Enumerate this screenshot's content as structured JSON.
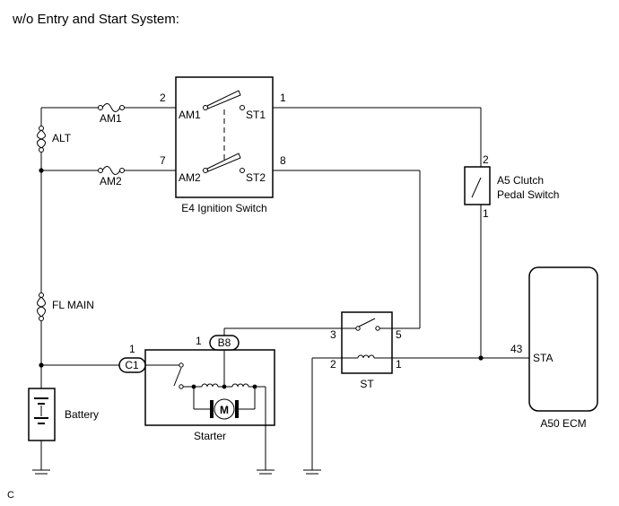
{
  "title": "w/o Entry and Start System:",
  "corner_label": "C",
  "fuses": {
    "am1": "AM1",
    "am2": "AM2",
    "alt": "ALT",
    "fl_main": "FL MAIN"
  },
  "ignition_switch": {
    "name": "E4 Ignition Switch",
    "terminals": {
      "am1": "AM1",
      "st1": "ST1",
      "am2": "AM2",
      "st2": "ST2"
    },
    "pins": {
      "am1": "2",
      "st1": "1",
      "am2": "7",
      "st2": "8"
    }
  },
  "clutch_switch": {
    "name_line1": "A5 Clutch",
    "name_line2": "Pedal Switch",
    "pin_top": "2",
    "pin_bottom": "1"
  },
  "ecm": {
    "name": "A50 ECM",
    "terminal": "STA",
    "pin": "43"
  },
  "st_relay": {
    "name": "ST",
    "pins": {
      "p3": "3",
      "p5": "5",
      "p2": "2",
      "p1": "1"
    }
  },
  "starter": {
    "name": "Starter",
    "motor_label": "M",
    "connector_b8": "B8",
    "connector_c1": "C1",
    "pin_b8": "1",
    "pin_c1": "1"
  },
  "battery": {
    "name": "Battery"
  }
}
